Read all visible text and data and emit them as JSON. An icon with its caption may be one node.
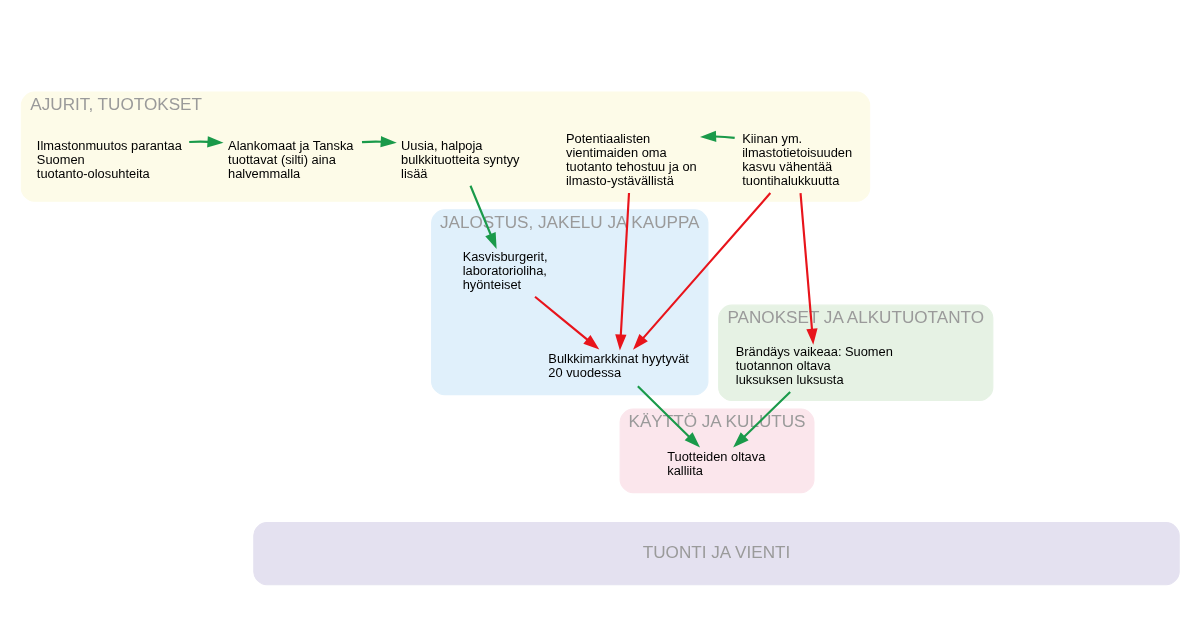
{
  "diagram": {
    "nodes": [
      {
        "text": [
          "AJURIT, TUOTOKSET"
        ]
      },
      {
        "text": [
          "Ilmastonmuutos parantaa Suomen tuotanto-olosuhteita"
        ],
        "in": 0
      },
      {
        "text": [
          "Alankomaat ja Tanska tuottavat (silti) aina halvemmalla"
        ],
        "in": 0
      },
      {
        "text": [
          "Uusia, halpoja bulkkituotteita syntyy lisää"
        ],
        "in": 0
      },
      {
        "text": [
          "Kiinan ym. ilmastotietoisuuden kasvu vähentää tuontihalukkuutta"
        ],
        "in": 0
      },
      {
        "text": [
          "Potentiaalisten vientimaiden oma tuotanto tehostuu ja on ilmasto-ystävällistä"
        ],
        "in": 0
      },
      {
        "text": [
          "PANOKSET JA ALKUTUOTANTO"
        ]
      },
      {
        "text": [
          "Brändäys vaikeaa: Suomen tuotannon oltava luksuksen luksusta"
        ],
        "in": 6
      },
      {
        "text": [
          "JALOSTUS, JAKELU JA KAUPPA"
        ]
      },
      {
        "text": [
          "Kasvisburgerit, laboratorioliha, hyönteiset"
        ],
        "in": 8
      },
      {
        "text": [
          "Bulkkimarkkinat hyytyvät 20 vuodessa"
        ],
        "in": 8
      },
      {
        "text": [
          "KÄYTTÖ JA KULUTUS"
        ]
      },
      {
        "text": [
          "Tuotteiden oltava kalliita"
        ],
        "in": 11
      },
      {
        "text": [
          "TUONTI JA VIENTI"
        ]
      }
    ],
    "edges": [
      {
        "from": 1,
        "to": 2,
        "arrow": "to"
      },
      {
        "from": 2,
        "to": 3,
        "arrow": "to"
      },
      {
        "from": 4,
        "to": 5,
        "arrow": "to"
      },
      {
        "from": 3,
        "to": 9,
        "arrow": "to"
      },
      {
        "from": 4,
        "to": 7,
        "arrow": "to",
        "color": "#e8141b"
      },
      {
        "from": 4,
        "to": 10,
        "arrow": "to",
        "color": "#e8141b"
      },
      {
        "from": 5,
        "to": 10,
        "arrow": "to",
        "color": "#e8141b"
      },
      {
        "from": 9,
        "to": 10,
        "arrow": "to",
        "color": "#e8141b"
      },
      {
        "from": 10,
        "to": 12,
        "arrow": "to"
      },
      {
        "from": 7,
        "to": 12,
        "arrow": "to"
      }
    ]
  }
}
